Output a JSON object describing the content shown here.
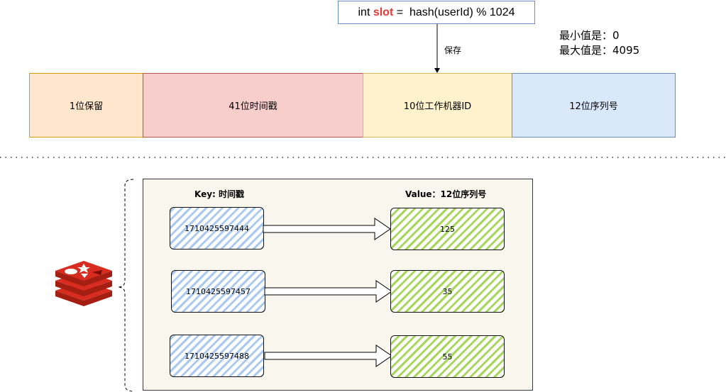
{
  "formula": {
    "prefix": "int ",
    "slot": "slot",
    "suffix": " =  hash(userId) % 1024"
  },
  "save_label": "保存",
  "range": {
    "min_label": "最小值是：",
    "min_value": "0",
    "max_label": "最大值是：",
    "max_value": "4095"
  },
  "segments": [
    {
      "label": "1位保留",
      "color": "#ffe6cc"
    },
    {
      "label": "41位时间戳",
      "color": "#f8cecc"
    },
    {
      "label": "10位工作机器ID",
      "color": "#fff2cc"
    },
    {
      "label": "12位序列号",
      "color": "#dae8fc"
    }
  ],
  "panel": {
    "key_header": "Key: 时间戳",
    "value_header": "Value：12位序列号",
    "rows": [
      {
        "key": "1710425597444",
        "value": "125"
      },
      {
        "key": "1710425597457",
        "value": "35"
      },
      {
        "key": "1710425597488",
        "value": "55"
      }
    ]
  },
  "icons": {
    "redis": "redis-logo-icon",
    "brand_color": "#d82c20"
  }
}
